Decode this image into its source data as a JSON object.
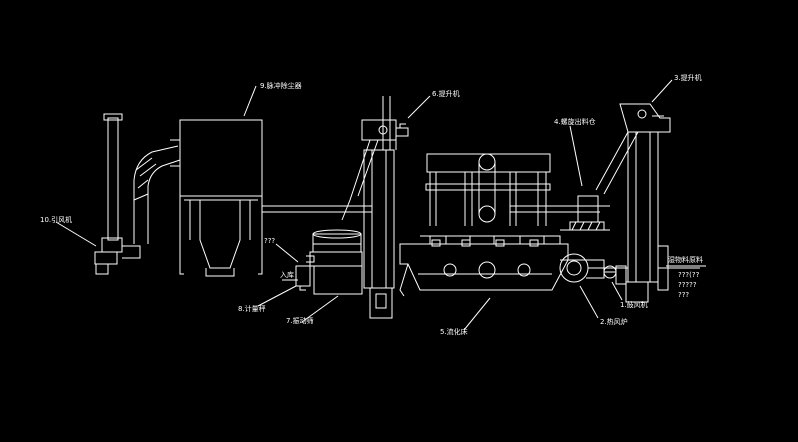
{
  "labels": {
    "bag_filter": "9.脉冲除尘器",
    "induced_fan": "10.引风机",
    "elevator_6": "6.提升机",
    "elevator_3": "3.提升机",
    "screw_feeder": "4.螺旋出料仓",
    "unknown_1": "???",
    "warehouse": "入库",
    "weigher": "8.计量秤",
    "vibrating_screen": "7.振动筛",
    "fluid_bed": "5.流化床",
    "hot_air_furnace": "2.热风炉",
    "blower": "1.鼓风机",
    "raw_material": "湿物料原料",
    "unknown_2": "???(??",
    "unknown_3": "?????",
    "unknown_4": "???"
  },
  "colors": {
    "background": "#000000",
    "line": "#ffffff"
  }
}
